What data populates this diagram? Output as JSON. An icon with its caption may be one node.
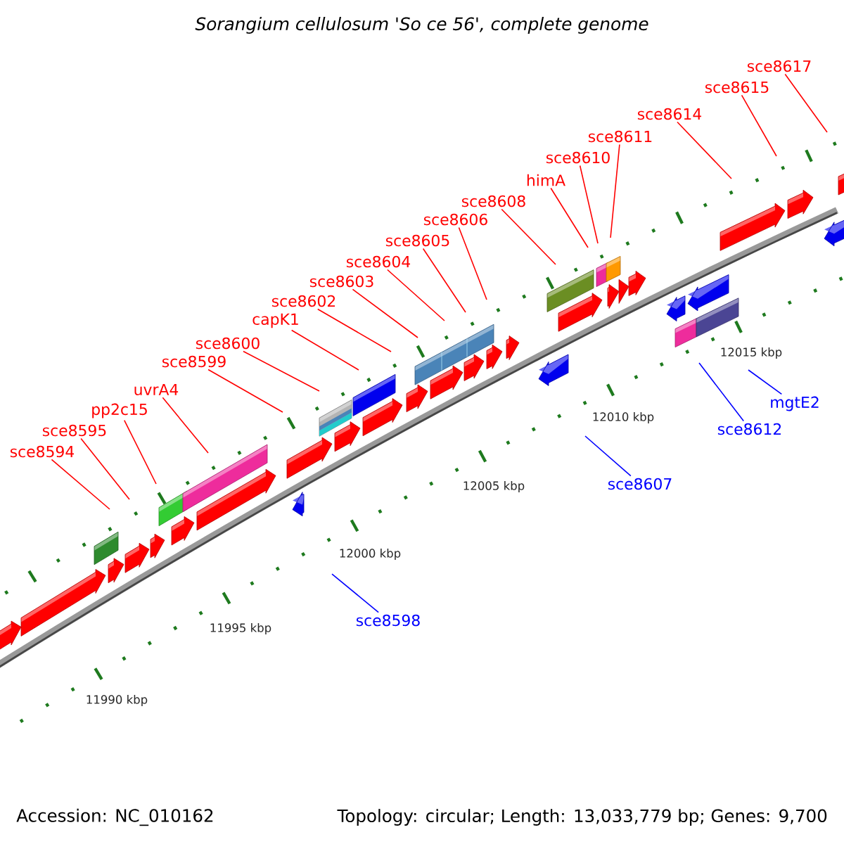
{
  "diagram": {
    "title": "Sorangium cellulosum 'So ce 56', complete genome",
    "nodes": [
      {
        "text": [
          "sce8594"
        ]
      },
      {
        "text": [
          "sce8595"
        ]
      },
      {
        "text": [
          "pp2c15"
        ]
      },
      {
        "text": [
          "uvrA4"
        ]
      },
      {
        "text": [
          "sce8599"
        ]
      },
      {
        "text": [
          "sce8600"
        ]
      },
      {
        "text": [
          "capK1"
        ]
      },
      {
        "text": [
          "sce8602"
        ]
      },
      {
        "text": [
          "sce8603"
        ]
      },
      {
        "text": [
          "sce8604"
        ]
      },
      {
        "text": [
          "sce8605"
        ]
      },
      {
        "text": [
          "sce8606"
        ]
      },
      {
        "text": [
          "sce8608"
        ]
      },
      {
        "text": [
          "himA"
        ]
      },
      {
        "text": [
          "sce8610"
        ]
      },
      {
        "text": [
          "sce8611"
        ]
      },
      {
        "text": [
          "sce8614"
        ]
      },
      {
        "text": [
          "sce8615"
        ]
      },
      {
        "text": [
          "sce8617"
        ]
      },
      {
        "text": [
          "sce8598"
        ]
      },
      {
        "text": [
          "sce8607"
        ]
      },
      {
        "text": [
          "sce8612"
        ]
      },
      {
        "text": [
          "mgtE2"
        ]
      }
    ],
    "edges": [
      {
        "from": 0,
        "to": null,
        "arrow": "none"
      },
      {
        "from": 1,
        "to": null,
        "arrow": "none"
      },
      {
        "from": 2,
        "to": null,
        "arrow": "none"
      },
      {
        "from": 3,
        "to": null,
        "arrow": "none"
      },
      {
        "from": 4,
        "to": null,
        "arrow": "none"
      },
      {
        "from": 5,
        "to": null,
        "arrow": "none"
      },
      {
        "from": 6,
        "to": null,
        "arrow": "none"
      },
      {
        "from": 7,
        "to": null,
        "arrow": "none"
      },
      {
        "from": 8,
        "to": null,
        "arrow": "none"
      },
      {
        "from": 9,
        "to": null,
        "arrow": "none"
      },
      {
        "from": 10,
        "to": null,
        "arrow": "none"
      },
      {
        "from": 11,
        "to": null,
        "arrow": "none"
      },
      {
        "from": 12,
        "to": null,
        "arrow": "none"
      },
      {
        "from": 13,
        "to": null,
        "arrow": "none"
      },
      {
        "from": 14,
        "to": null,
        "arrow": "none"
      },
      {
        "from": 15,
        "to": null,
        "arrow": "none"
      },
      {
        "from": 16,
        "to": null,
        "arrow": "none"
      },
      {
        "from": 17,
        "to": null,
        "arrow": "none"
      },
      {
        "from": 18,
        "to": null,
        "arrow": "none"
      },
      {
        "from": 19,
        "to": null,
        "arrow": "none",
        "color": "#0000ff"
      },
      {
        "from": 20,
        "to": null,
        "arrow": "none",
        "color": "#0000ff"
      },
      {
        "from": 21,
        "to": null,
        "arrow": "none",
        "color": "#0000ff"
      },
      {
        "from": 22,
        "to": null,
        "arrow": "none",
        "color": "#0000ff"
      }
    ],
    "labels": [
      "12015 kbp",
      "12010 kbp",
      "12005 kbp",
      "12000 kbp",
      "11995 kbp",
      "11990 kbp",
      "Accession: NC_010162",
      "Topology: circular; Length: 13,033,779 bp; Genes: 9,700"
    ]
  }
}
